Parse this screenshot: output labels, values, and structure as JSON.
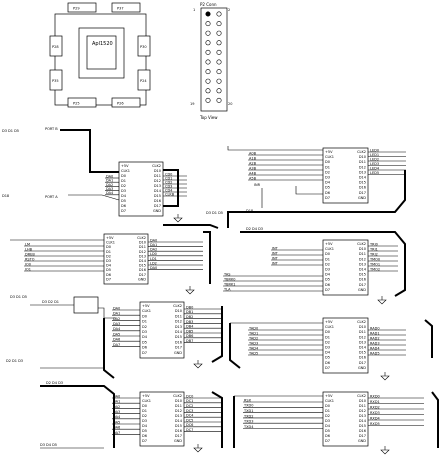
{
  "cpu": {
    "chip_label": "Apl1520",
    "pins": [
      "P29",
      "P37",
      "P28",
      "P30",
      "P35",
      "P24",
      "P25",
      "P26"
    ]
  },
  "connector": {
    "label": "P2 Conn",
    "view": "Top View",
    "pin_left_top": "1",
    "pin_right_top": "2",
    "pin_left_bottom": "19",
    "pin_right_bottom": "20"
  },
  "left_signals": {
    "top_net": "D3 D1 D5",
    "top_net_label": "PORT B",
    "mid_net": "D18",
    "mid_net_label": "PORT A",
    "bot_net": "D3 D1 D5",
    "row_nets": [
      "D2B",
      "D3C",
      "D4B",
      "D5D",
      "D6B",
      "D7B"
    ]
  },
  "chip_pins": {
    "left": [
      "+5V",
      "CLK1",
      "D0",
      "D1",
      "D2",
      "D3",
      "D4",
      "D5",
      "D6",
      "D7"
    ],
    "right": [
      "CLK2",
      "D10",
      "D11",
      "D12",
      "D13",
      "D14",
      "D15",
      "D16",
      "D17",
      "GND"
    ]
  },
  "blocks": [
    {
      "id": "U1",
      "nets_in": [
        "DA0",
        "DA1",
        "DA2",
        "DA3",
        "DA4"
      ],
      "nets_out": [
        "CD0",
        "CD1",
        "CD2",
        "CD3",
        "CD4",
        "CLKB"
      ]
    },
    {
      "id": "U2",
      "nets_in": [
        "A0B",
        "A1B",
        "A2B",
        "A3B",
        "A4B",
        "A5B"
      ],
      "nets_out": [
        "LED0",
        "LED1",
        "LED2",
        "LED3",
        "LED4",
        "LED5"
      ]
    },
    {
      "id": "U3",
      "nets_in": [
        "LM",
        "LHB",
        "DREB",
        "RSTO",
        "IO0",
        "IO1"
      ],
      "nets_out": [
        "DA0",
        "DA1",
        "DA2",
        "LD0",
        "LD1",
        "LD2"
      ]
    },
    {
      "id": "U4",
      "nets_in": [
        "TAS",
        "TBRK0",
        "TBRK1",
        "TLA"
      ],
      "nets_out": [
        "TRI0",
        "TRI1",
        "TRI2",
        "TMO0",
        "TMO1",
        "TMO2"
      ]
    },
    {
      "id": "U5",
      "nets_in": [
        "DA0",
        "DA1",
        "DA2",
        "DA3",
        "DA4",
        "DA5",
        "DA6",
        "DA7"
      ],
      "nets_out": [
        "DB0",
        "DB1",
        "DB2",
        "DB3",
        "DB4",
        "DB5",
        "DB6",
        "DB7"
      ]
    },
    {
      "id": "U6",
      "nets_in": [
        "TAD0",
        "TAD1",
        "TAD2",
        "TAD3",
        "TAD4",
        "TAD5"
      ],
      "nets_out": [
        "RAD0",
        "RAD1",
        "RAD2",
        "RAD3",
        "RAD4",
        "RAD5"
      ]
    },
    {
      "id": "U7",
      "nets_in": [
        "DA0",
        "DA1",
        "DA2",
        "DA3",
        "DA4",
        "DA5",
        "DA6",
        "DA7"
      ],
      "nets_out": [
        "DC0",
        "DC1",
        "DC2",
        "DC3",
        "DC4",
        "DC5",
        "DC6",
        "DC7"
      ]
    },
    {
      "id": "U8",
      "nets_in": [
        "RSX",
        "TXD0",
        "TXD1",
        "TXD2",
        "TXD3",
        "TXD4"
      ],
      "nets_out": [
        "RXD0",
        "RXD1",
        "RXD2",
        "RXD3",
        "RXD4",
        "RXD5"
      ]
    }
  ],
  "bus_labels": {
    "b1": "D3 D1 D5",
    "b2": "PORT B",
    "b3": "D18",
    "b4": "D3 D1 D5",
    "b5": "D3 D2 D1",
    "b6": "D2 D1 D3",
    "b7": "D2 D4 D3",
    "b8": "D2 D4 D3",
    "b9": "D3 D4 D5"
  }
}
